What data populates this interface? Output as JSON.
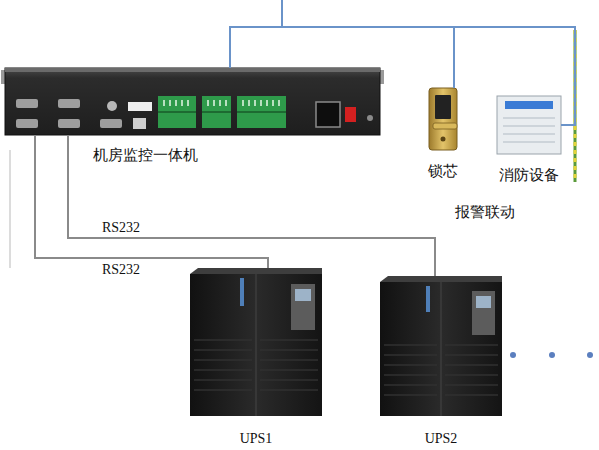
{
  "diagram": {
    "nodes": [
      {
        "text": [
          "机房监控一体机"
        ]
      },
      {
        "text": [
          "锁芯"
        ]
      },
      {
        "text": [
          "消防设备"
        ]
      },
      {
        "text": [
          "UPS1"
        ]
      },
      {
        "text": [
          "UPS2"
        ]
      }
    ],
    "edges": [
      {
        "from": 0,
        "to": 3,
        "arrow": "none",
        "label": "RS232"
      },
      {
        "from": 0,
        "to": 4,
        "arrow": "none",
        "label": "RS232"
      },
      {
        "from": 0,
        "to": 1,
        "arrow": "none"
      },
      {
        "from": 0,
        "to": 2,
        "arrow": "none"
      }
    ],
    "labels": [
      "报警联动"
    ]
  }
}
